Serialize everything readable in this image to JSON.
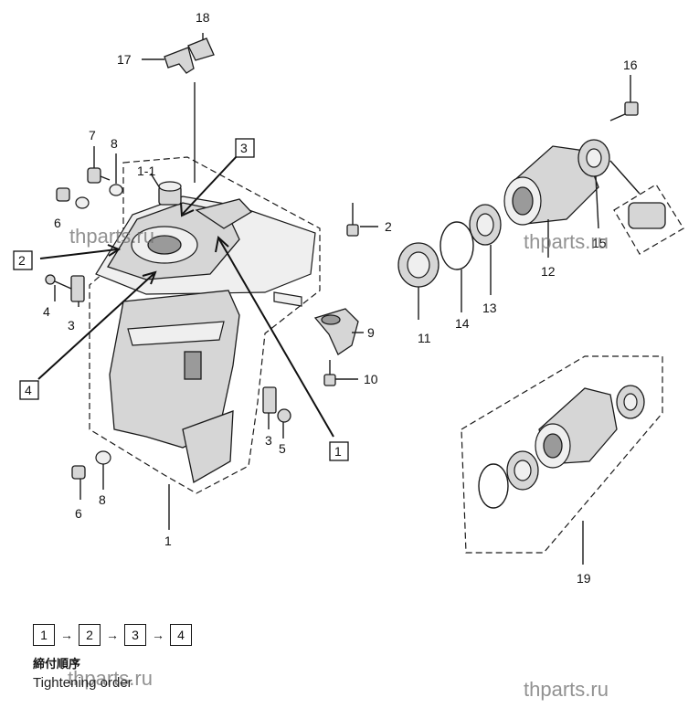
{
  "callouts": {
    "c1": "1",
    "c1_1": "1-1",
    "c2": "2",
    "c3a": "3",
    "c3b": "3",
    "c4": "4",
    "c5": "5",
    "c6a": "6",
    "c6b": "6",
    "c7": "7",
    "c8a": "8",
    "c8b": "8",
    "c9": "9",
    "c10": "10",
    "c11": "11",
    "c12": "12",
    "c13": "13",
    "c14": "14",
    "c15": "15",
    "c16": "16",
    "c17": "17",
    "c18": "18",
    "c19": "19"
  },
  "step_boxes": {
    "s1": "1",
    "s2": "2",
    "s3": "3",
    "s4": "4"
  },
  "legend": {
    "steps": [
      "1",
      "2",
      "3",
      "4"
    ],
    "arrow": "→",
    "title_jp": "締付順序",
    "title_en": "Tightening order"
  },
  "watermarks": [
    "thparts.ru",
    "thparts.ru",
    "thparts.ru",
    "thparts.ru"
  ]
}
